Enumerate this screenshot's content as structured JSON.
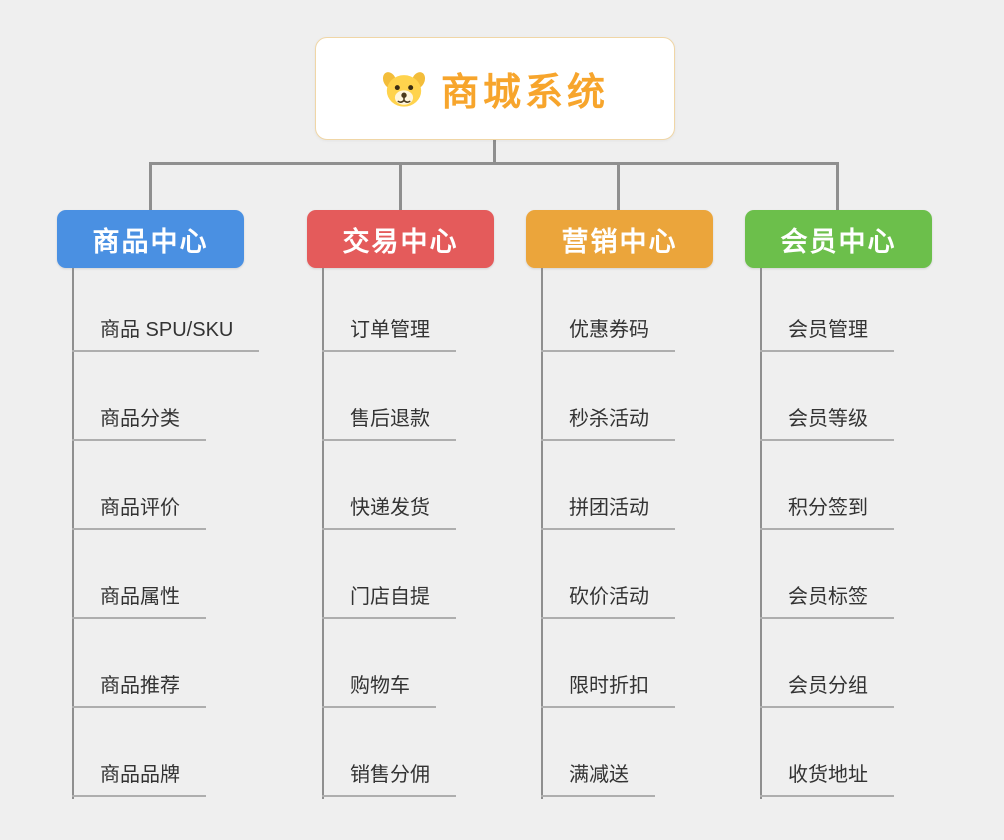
{
  "root": {
    "title": "商城系统",
    "icon": "dog-face-icon",
    "title_color": "#f7a52c"
  },
  "colors": {
    "background": "#efefef",
    "connector": "#8f8f8f",
    "underline": "#aeaeae",
    "child_text": "#333333"
  },
  "branches": [
    {
      "label": "商品中心",
      "color": "#4a90e2",
      "children": [
        "商品 SPU/SKU",
        "商品分类",
        "商品评价",
        "商品属性",
        "商品推荐",
        "商品品牌"
      ]
    },
    {
      "label": "交易中心",
      "color": "#e45b5b",
      "children": [
        "订单管理",
        "售后退款",
        "快递发货",
        "门店自提",
        "购物车",
        "销售分佣"
      ]
    },
    {
      "label": "营销中心",
      "color": "#eba53b",
      "children": [
        "优惠券码",
        "秒杀活动",
        "拼团活动",
        "砍价活动",
        "限时折扣",
        "满减送"
      ]
    },
    {
      "label": "会员中心",
      "color": "#6cbf4b",
      "children": [
        "会员管理",
        "会员等级",
        "积分签到",
        "会员标签",
        "会员分组",
        "收货地址"
      ]
    }
  ]
}
